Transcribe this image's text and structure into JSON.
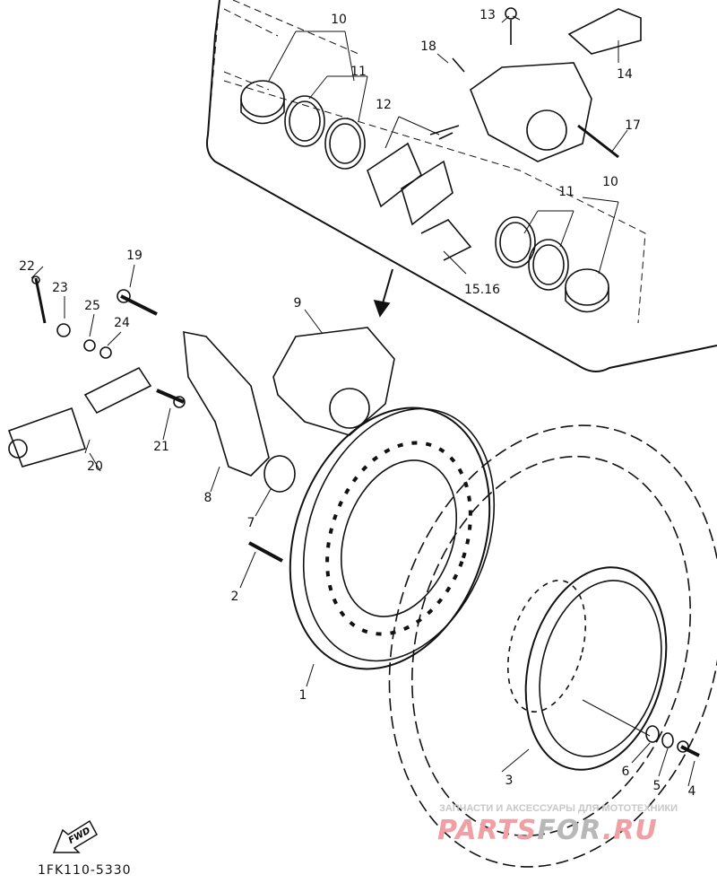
{
  "diagram": {
    "title": "Rear brake caliper and disc exploded view",
    "callouts": [
      "10",
      "11",
      "12",
      "13",
      "18",
      "14",
      "17",
      "11",
      "10",
      "15.16",
      "22",
      "23",
      "19",
      "25",
      "24",
      "9",
      "21",
      "20",
      "8",
      "7",
      "2",
      "1",
      "3",
      "6",
      "5",
      "4"
    ],
    "part_number": "1FK110-5330",
    "fwd_label": "FWD"
  },
  "watermark": {
    "tagline": "ЗАПЧАСТИ И АКСЕССУАРЫ ДЛЯ МОТОТЕХНИКИ",
    "logo_part1": "PARTS",
    "logo_part2": "FOR",
    "logo_part3": ".RU"
  }
}
